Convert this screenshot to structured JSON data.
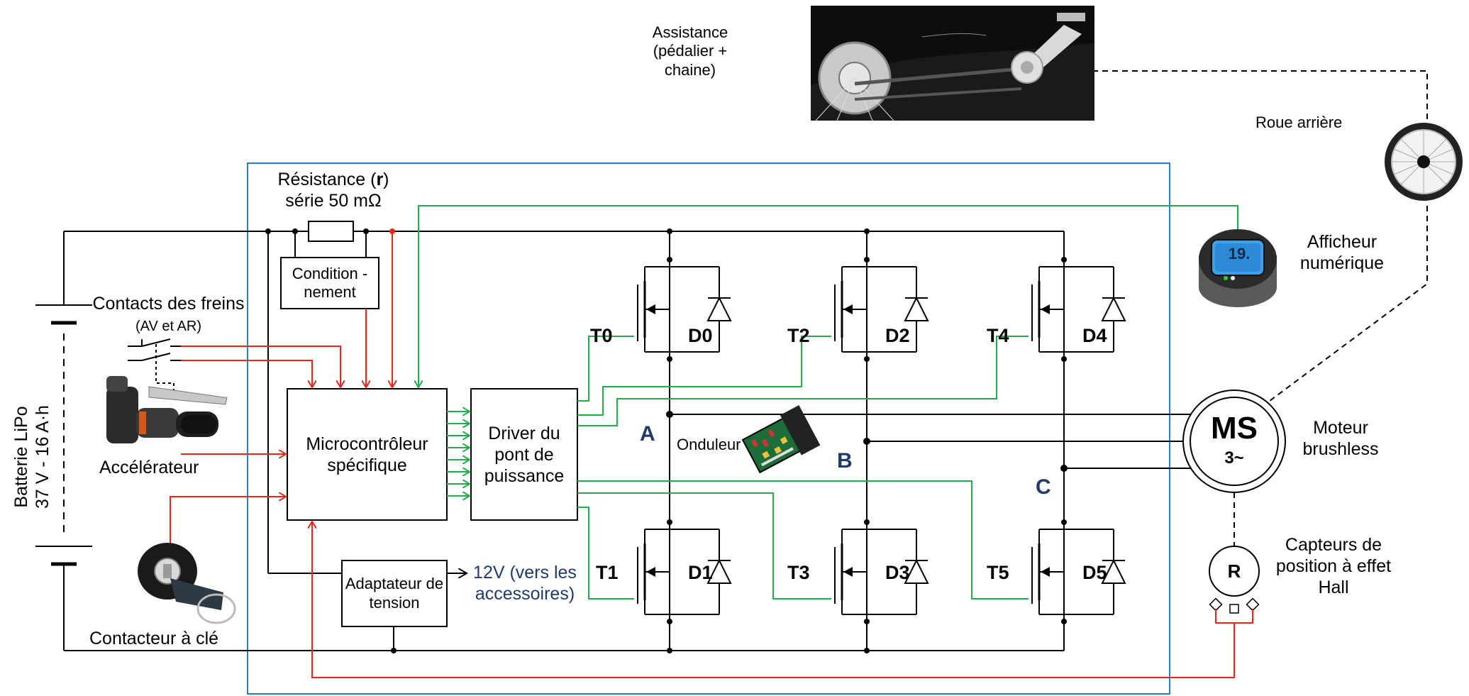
{
  "labels": {
    "assistance": "Assistance (pédalier + chaine)",
    "roue_arriere": "Roue arrière",
    "resistance_line1": "Résistance (",
    "resistance_r": "r",
    "resistance_line1_end": ")",
    "resistance_line2": "série 50 mΩ",
    "conditionnement": "Condition -nement",
    "contacts_freins": "Contacts des freins",
    "contacts_freins_sub": "(AV et AR)",
    "batterie": "Batterie LiPo",
    "batterie_spec": "37 V - 16 A·h",
    "accelerateur": "Accélérateur",
    "microcontroleur": "Microcontrôleur spécifique",
    "driver": "Driver du pont de puissance",
    "adaptateur": "Adaptateur de tension",
    "sortie_12v": "12V (vers les accessoires)",
    "contacteur": "Contacteur à clé",
    "onduleur": "Onduleur",
    "afficheur": "Afficheur numérique",
    "moteur": "Moteur brushless",
    "capteurs": "Capteurs de position à effet Hall",
    "motor_symbol": "MS",
    "motor_phase": "3~",
    "resolver_symbol": "R",
    "display_value": "19."
  },
  "transistors": [
    "T0",
    "T2",
    "T4",
    "T1",
    "T3",
    "T5"
  ],
  "diodes": [
    "D0",
    "D2",
    "D4",
    "D1",
    "D3",
    "D5"
  ],
  "nodes": [
    "A",
    "B",
    "C"
  ],
  "colors": {
    "wire_power": "#000000",
    "wire_signal_red": "#e8261c",
    "wire_gate_green": "#1fae4b",
    "frame_blue": "#2a7fc9",
    "node_text_navy": "#1f3a6b"
  }
}
